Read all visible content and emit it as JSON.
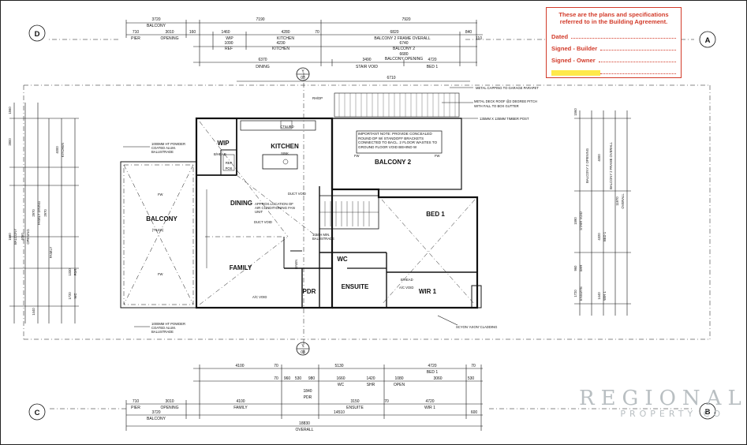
{
  "signature_box": {
    "heading_line1": "These are the plans and specifications",
    "heading_line2": "referred to in the Building Agreement.",
    "dated": "Dated",
    "signed_builder": "Signed - Builder",
    "signed_owner": "Signed - Owner",
    "accent_color": "#d23b2a",
    "highlight_color": "#ffe94a"
  },
  "logo": {
    "line1": "REGIONAL",
    "line2": "PROPERTY CO"
  },
  "grid_markers": {
    "a": "A",
    "b": "B",
    "c": "C",
    "d": "D"
  },
  "section_markers": {
    "top": {
      "letter": "Y",
      "sheet": "08"
    },
    "bottom": {
      "letter": "Y",
      "sheet": "08"
    }
  },
  "rooms": {
    "kitchen": "KITCHEN",
    "kitchen_sub1": "CT&UBD",
    "kitchen_sub2": "SINK",
    "wip": "WIP",
    "ref": "REF",
    "pos": "POS",
    "dining": "DINING",
    "family": "FAMILY",
    "balcony_left": "BALCONY",
    "balcony_left_sub": "(TILES)",
    "balcony2": "BALCONY 2",
    "bed1": "BED 1",
    "wc": "WC",
    "ensuite": "ENSUITE",
    "wir1": "WIR 1",
    "pdr": "PDR",
    "linen": "LINEN"
  },
  "notes": {
    "important": "IMPORTANT NOTE: PROVIDE CONCEALED ROUND DP W/ STANDOFF BRACKETS CONNECTED TO BACL. 2 FLOOR WASTES TO GROUND FLOOR VOID BEHIND W",
    "metal_capping": "METAL CAPPING TO GARAGE PARAPET",
    "metal_deck": "METAL DECK ROOF @2 DEGREE PITCH",
    "fall_gutter": "WITH FALL TO BOX GUTTER",
    "timber_post": "135MM X 135MM TIMBER POST",
    "balustrade": "1000MM HT POWDER COATED ALUM. BALUSTRADE",
    "aircon": "APPROX.LOCATION OF AIR CONDITIONING FAN UNIT",
    "duct_void": "DUCT VOID",
    "balustrade_min": "1050H MIN. BALUSTRADE",
    "cladding": "SCYON 'AXON' CLADDING",
    "rh_dp": "RH/DP",
    "ac_void": "A/C VOID",
    "fw": "FW",
    "bhead": "B/HEAD"
  },
  "dims_top": {
    "row1": [
      "3720",
      "7190",
      "7920"
    ],
    "row1_labels": [
      "BALCONY",
      "",
      ""
    ],
    "row2": [
      "710",
      "3010",
      "160",
      "1460",
      "4280",
      "70",
      "6820",
      "840",
      "110"
    ],
    "row2_labels": [
      "PIER",
      "OPENING",
      "WIP",
      "KITCHEN",
      "BALCONY 2 FRAME OVERALL"
    ],
    "row3": [
      "70",
      "1090",
      "4230",
      "6740"
    ],
    "row3_labels": [
      "REF",
      "KITCHEN",
      "BALCONY 2"
    ],
    "row4": [
      "6370",
      "3490",
      "4720",
      "6680"
    ],
    "row4_labels": [
      "DINING",
      "STAIR VOID",
      "BED 1",
      "BALCONY OPENING"
    ],
    "void": "6710"
  },
  "dims_bottom": {
    "row1": [
      "4100",
      "70",
      "5130",
      "4720",
      "70"
    ],
    "row1_labels": [
      "",
      "",
      "",
      "BED 1",
      ""
    ],
    "row2": [
      "70",
      "960",
      "530",
      "980",
      "1660",
      "1420",
      "1080",
      "3060",
      "530"
    ],
    "row2_labels": [
      "WC",
      "SHR",
      "OPEN"
    ],
    "row3": [
      "710",
      "3010",
      "4100",
      "1840",
      "3150",
      "70",
      "4720"
    ],
    "row3_labels": [
      "PIER",
      "OPENING",
      "FAMILY",
      "PDR",
      "ENSUITE",
      "WIR 1"
    ],
    "row4": [
      "3720",
      "14510",
      "600"
    ],
    "row4_labels": [
      "BALCONY",
      "",
      ""
    ],
    "overall": "18830",
    "overall_label": "OVERALL"
  },
  "dims_left": [
    "1560",
    "2800",
    "1690",
    "4060",
    "2970",
    "2970",
    "4000",
    "1720",
    "1330",
    "1440"
  ],
  "dims_left_labels": [
    "BALCONY",
    "OPENING",
    "FAMILY DINING",
    "FAMILY",
    "KITCHEN",
    "PDR",
    "WC"
  ],
  "dims_right": [
    "1560",
    "4000",
    "11970",
    "1590",
    "4320",
    "960",
    "1720",
    "1440"
  ],
  "dims_right_labels": [
    "BALCONY 2 OPENING",
    "BALCONY 2 FRAME OVERALL",
    "OVERALL",
    "STAIR VOID",
    "BED 1",
    "SHR",
    "ENSUITE",
    "WIR 1"
  ]
}
